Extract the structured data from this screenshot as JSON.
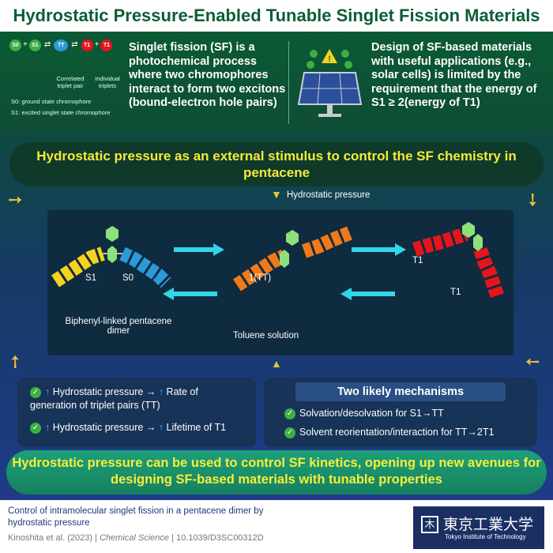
{
  "title": "Hydrostatic Pressure-Enabled Tunable Singlet Fission Materials",
  "intro": {
    "scheme": {
      "s0": "S0",
      "s1": "S1",
      "tt": "TT",
      "t1": "T1",
      "plus": "+",
      "tt_label": "Correlated triplet pair",
      "t_label": "Individual triplets"
    },
    "legend_s0": "S0: ground state chromophore",
    "legend_s1": "S1: excited singlet state chromophore",
    "sf_text": "Singlet fission (SF) is a photochemical process where two chromophores interact to form two excitons (bound-electron hole pairs)",
    "design_text": "Design of SF-based materials with useful applications (e.g., solar cells) is limited by the requirement that the energy of S1 ≥ 2(energy of T1)"
  },
  "banner_top": "Hydrostatic pressure as an external stimulus to control the SF chemistry in pentacene",
  "pressure_label": "Hydrostatic pressure",
  "diagram": {
    "s1": "S1",
    "s0": "S0",
    "tt": "1(TT)",
    "t1a": "T1",
    "t1b": "T1",
    "dimer_label": "Biphenyl-linked pentacene dimer",
    "solution_label": "Toluene solution"
  },
  "findings": [
    {
      "a": "Hydrostatic pressure",
      "b": "Rate of generation of triplet pairs (TT)"
    },
    {
      "a": "Hydrostatic pressure",
      "b": "Lifetime of T1"
    }
  ],
  "mechanisms": {
    "title": "Two likely mechanisms",
    "items": [
      "Solvation/desolvation for S1→TT",
      "Solvent reorientation/interaction for TT→2T1"
    ]
  },
  "banner_bottom": "Hydrostatic pressure can be used to control SF kinetics, opening up new avenues for designing SF-based materials with tunable properties",
  "footer": {
    "paper_title": "Control of intramolecular singlet fission in a pentacene dimer by hydrostatic pressure",
    "authors": "Kinoshita et al. (2023)",
    "journal": "Chemical Science",
    "doi": "10.1039/D3SC00312D",
    "logo_jp": "東京工業大学",
    "logo_en": "Tokyo Institute of Technology"
  },
  "colors": {
    "green": "#0b5e35",
    "yellow": "#f5ea3b",
    "cyan": "#33d6e6",
    "s1": "#f5d21e",
    "s0": "#2a9ad8",
    "tt": "#f07a1a",
    "t1": "#e8141c",
    "linker": "#8ee07a"
  }
}
